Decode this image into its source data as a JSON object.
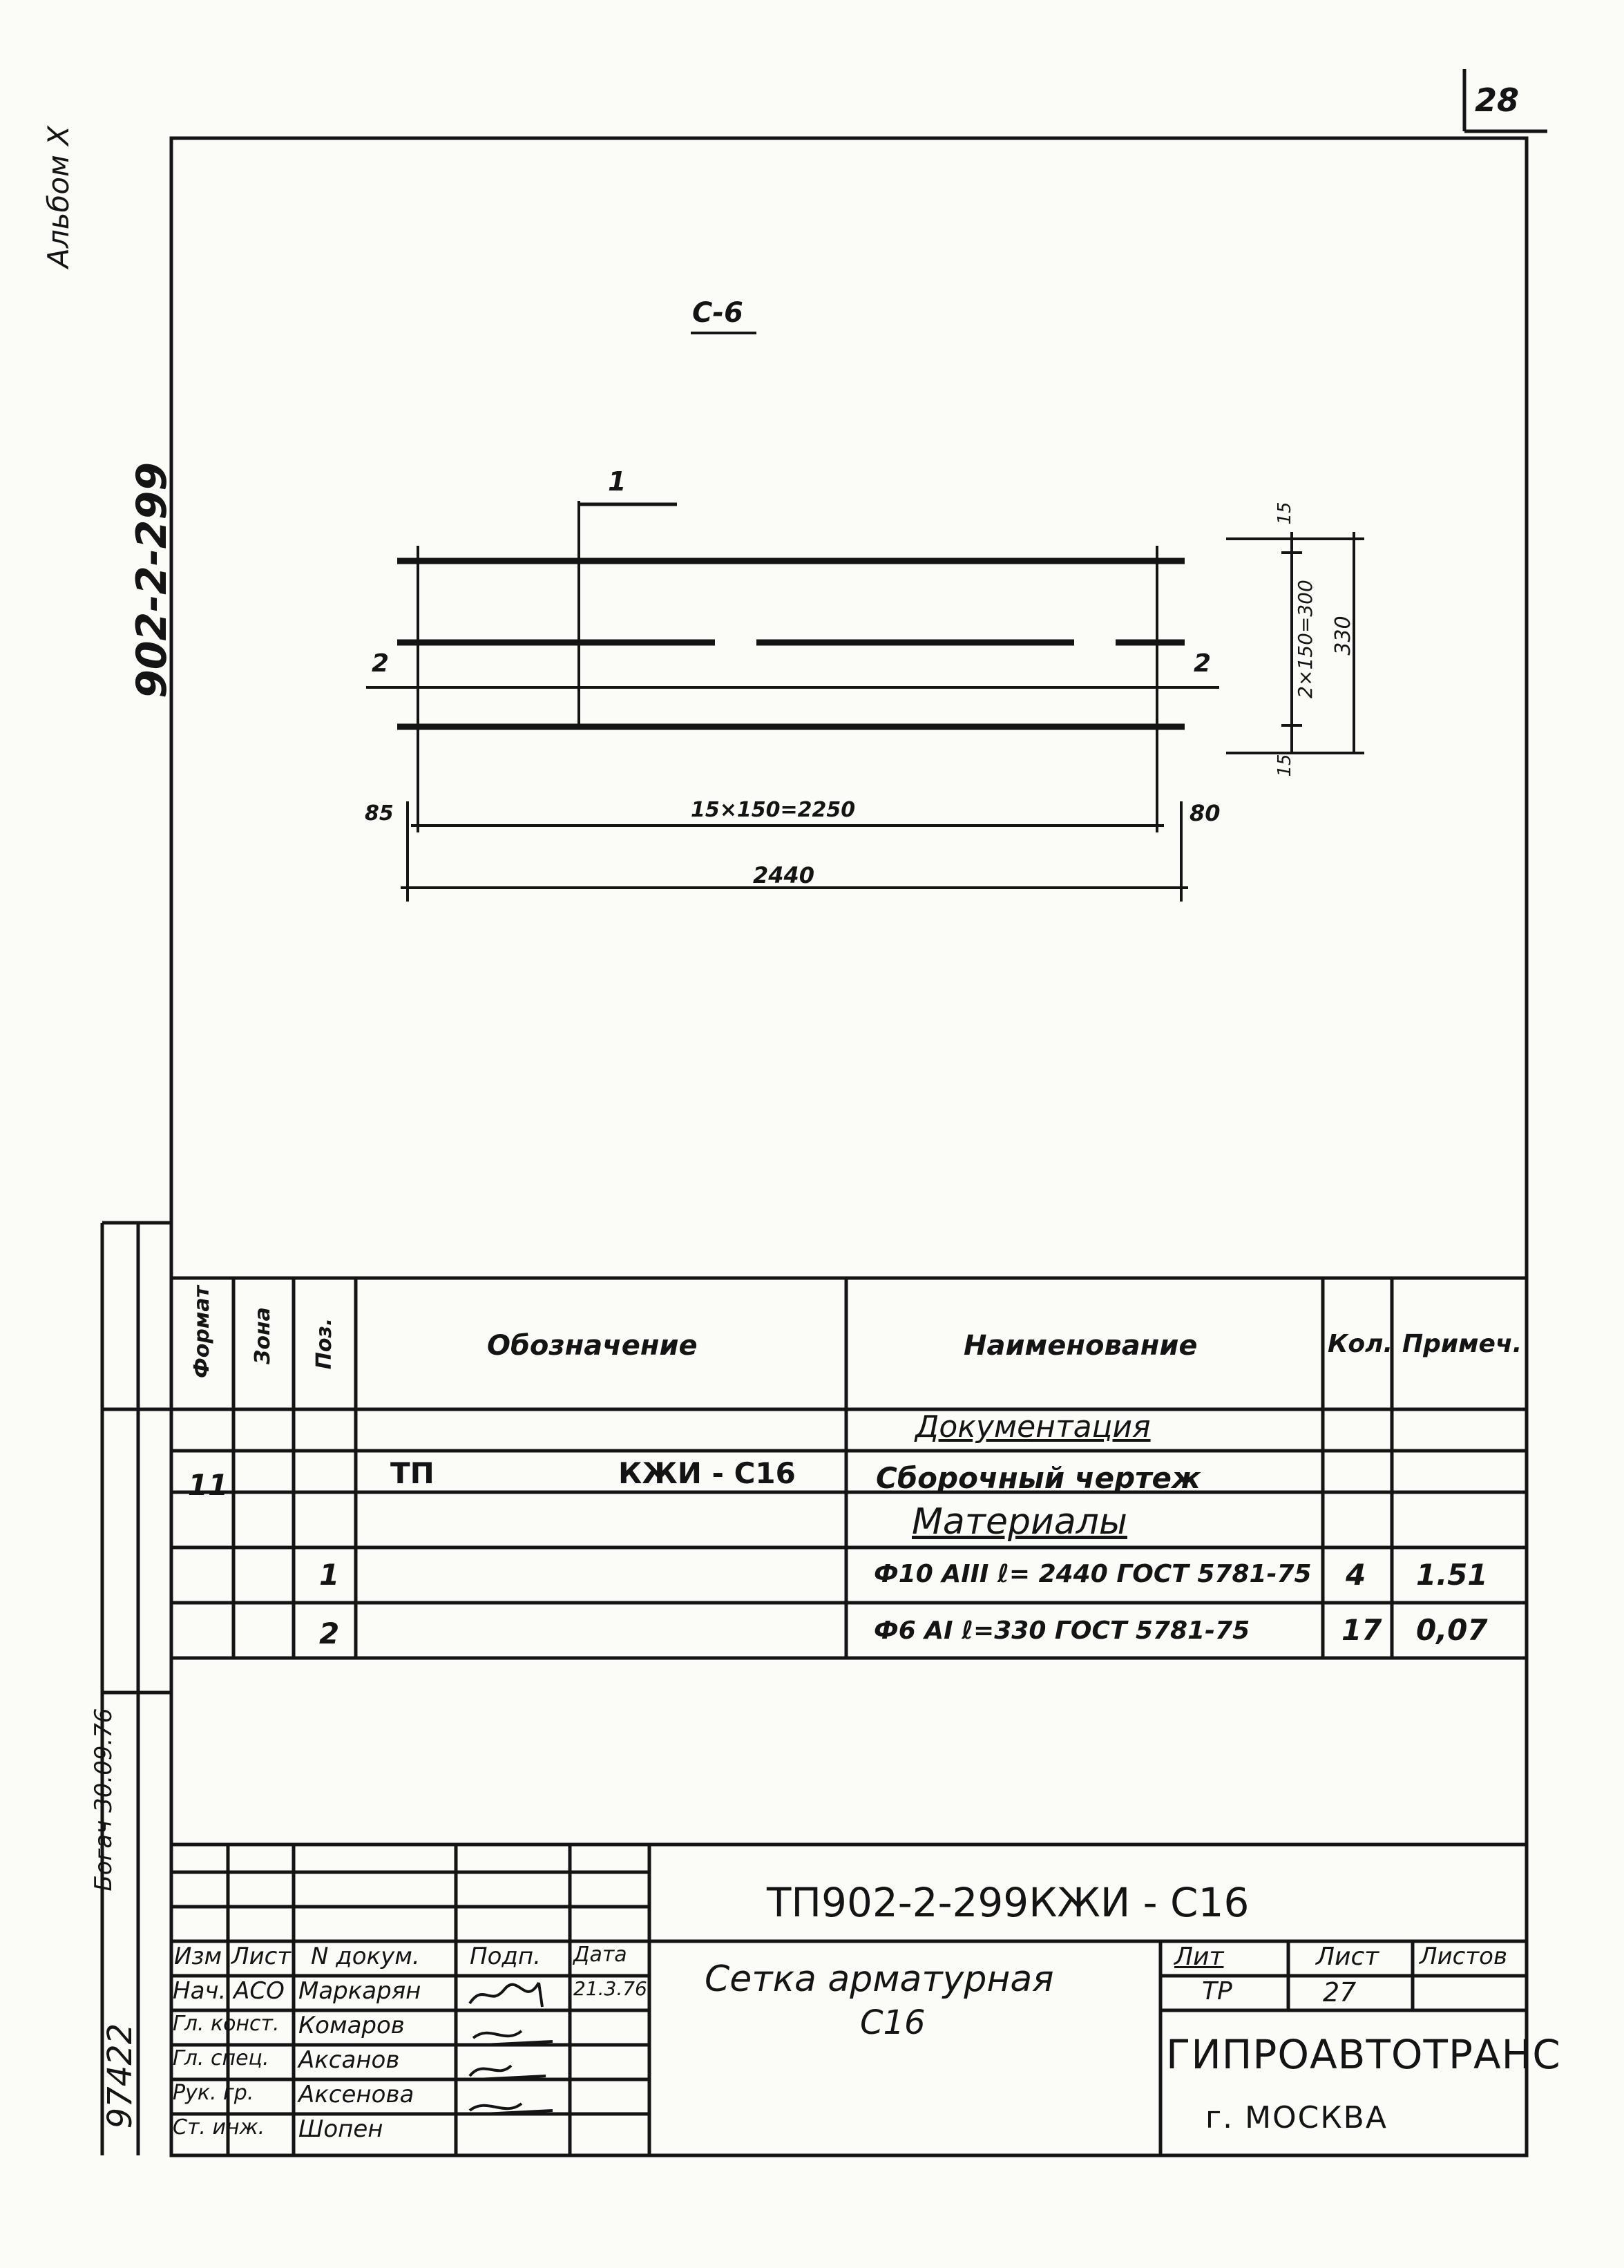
{
  "sheet": {
    "page_number": "28",
    "vertical_code": "902-2-299",
    "vertical_album": "Альбом X",
    "vertical_stamp": "Богач 30.09.76",
    "vertical_inv": "97422"
  },
  "drawing": {
    "title": "С-6",
    "pos1": "1",
    "pos2_left": "2",
    "pos2_right": "2",
    "dim_left_end": "85",
    "dim_right_end": "80",
    "dim_span": "15×150=2250",
    "dim_total": "2440",
    "dim_top_small": "15",
    "dim_bottom_small": "15",
    "dim_middle": "2×150=300",
    "dim_height": "330"
  },
  "spec": {
    "headers": {
      "format": "Формат",
      "zone": "Зона",
      "pos": "Поз.",
      "designation": "Обозначение",
      "name": "Наименование",
      "qty": "Кол.",
      "note": "Примеч."
    },
    "section_docs": "Документация",
    "row_doc": {
      "format": "11",
      "designation_left": "ТП",
      "designation_right": "КЖИ - С16",
      "name": "Сборочный чертеж"
    },
    "section_materials": "Материалы",
    "row1": {
      "pos": "1",
      "name": "Ф10 АIII  ℓ= 2440  ГОСТ 5781-75",
      "qty": "4",
      "note": "1.51"
    },
    "row2": {
      "pos": "2",
      "name": "Ф6 АI   ℓ=330   ГОСТ 5781-75",
      "qty": "17",
      "note": "0,07"
    }
  },
  "title_block": {
    "doc_code": "ТП902-2-299КЖИ - С16",
    "doc_name_line1": "Сетка арматурная",
    "doc_name_line2": "С16",
    "col_izm": "Изм",
    "col_list": "Лист",
    "col_ndok": "N докум.",
    "col_podp": "Подп.",
    "col_data": "Дата",
    "date_value": "21.3.76",
    "roles": [
      {
        "role": "Нач. АСО",
        "name": "Маркарян"
      },
      {
        "role": "Гл. конст.",
        "name": "Комаров"
      },
      {
        "role": "Гл. спец.",
        "name": "Аксанов"
      },
      {
        "role": "Рук. гр.",
        "name": "Аксенова"
      },
      {
        "role": "Ст. инж.",
        "name": "Шопен"
      }
    ],
    "lit_label": "Лит",
    "sheet_label": "Лист",
    "sheets_label": "Листов",
    "lit_value": "ТР",
    "sheet_value": "27",
    "org_name": "ГИПРОАВТОТРАНС",
    "org_city": "г. МОСКВА"
  }
}
